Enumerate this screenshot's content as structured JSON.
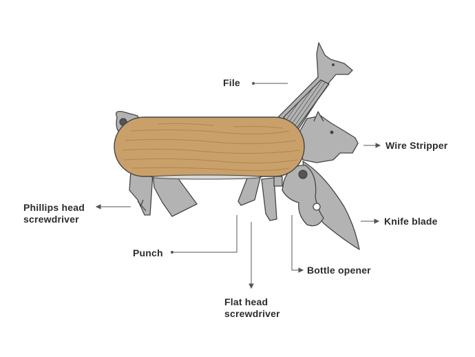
{
  "labels": {
    "file": "File",
    "wire_stripper": "Wire Stripper",
    "knife_blade": "Knife blade",
    "bottle_opener": "Bottle opener",
    "flat_head": [
      "Flat head",
      "screwdriver"
    ],
    "punch": "Punch",
    "phillips": [
      "Phillips head",
      "screwdriver"
    ]
  },
  "colors": {
    "handle_wood": "#c9a06a",
    "handle_grain": "#a67c45",
    "metal": "#b3b3b3",
    "outline": "#444444",
    "leader": "#555555",
    "text": "#2b2b2b"
  }
}
